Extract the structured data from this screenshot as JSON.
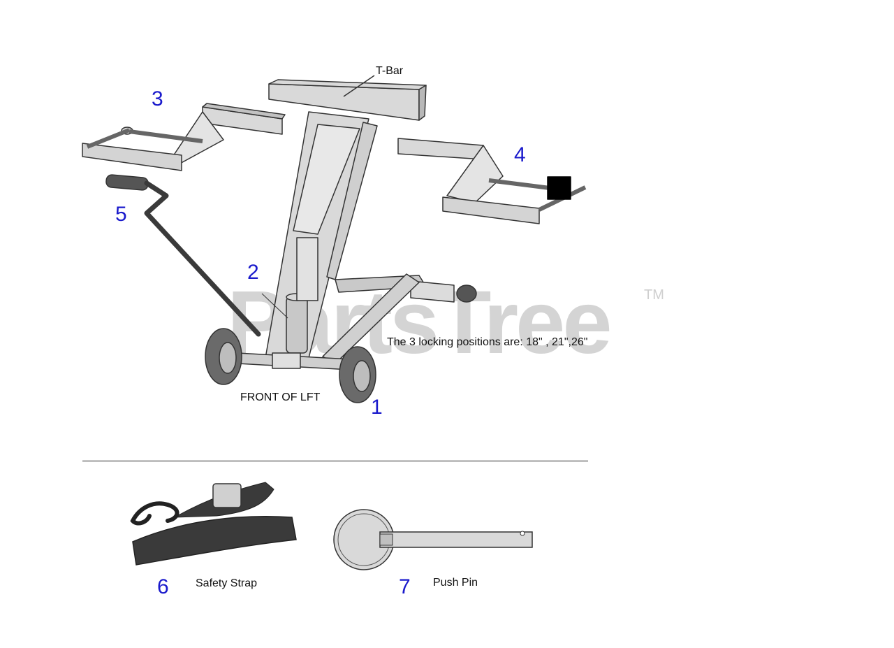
{
  "watermark": {
    "text": "PartsTree",
    "trademark": "TM"
  },
  "callouts": {
    "c1": "1",
    "c2": "2",
    "c3": "3",
    "c4": "4",
    "c5": "5",
    "c6": "6",
    "c7": "7"
  },
  "labels": {
    "tbar": "T-Bar",
    "locking": "The 3 locking positions are: 18\" , 21\",26\"",
    "front": "FRONT OF LFT",
    "strap": "Safety Strap",
    "pin": "Push Pin"
  },
  "colors": {
    "callout": "#1a1acc",
    "part_fill": "#d9d9d9",
    "part_stroke": "#333333",
    "strap": "#3a3a3a",
    "watermark": "#d4d4d4"
  }
}
